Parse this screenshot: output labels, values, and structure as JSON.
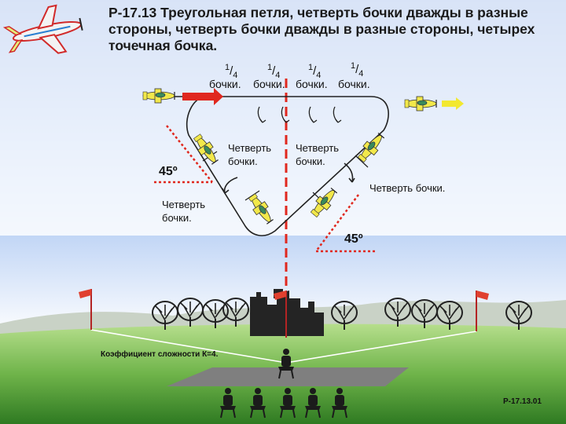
{
  "title": "Р-17.13 Треугольная петля, четверть бочки дважды в разные стороны, четверть бочки дважды в разные стороны, четырех точечная бочка.",
  "fractions": [
    {
      "num": "1",
      "den": "4"
    },
    {
      "num": "1",
      "den": "4"
    },
    {
      "num": "1",
      "den": "4"
    },
    {
      "num": "1",
      "den": "4"
    }
  ],
  "top_roll_labels": [
    "бочки.",
    "бочки.",
    "бочки.",
    "бочки."
  ],
  "labels": {
    "quarter_left_upper": "Четверть бочки.",
    "quarter_right_upper": "Четверть бочки.",
    "quarter_right_side": "Четверть бочки.",
    "quarter_left_lower": "Четверть бочки."
  },
  "angle_left": "45º",
  "angle_right": "45º",
  "difficulty": "Коэффициент сложности К=4.",
  "figure_code": "Р-17.13.01",
  "colors": {
    "sky_top": "#2f6fd6",
    "sky_bottom": "#ffffff",
    "grass_far": "#9ed07a",
    "grass_near": "#3c8c2a",
    "plane_body": "#f2e84a",
    "arrow_red": "#e0281e",
    "arrow_yellow": "#f2e830",
    "dashed_red": "#e0281e"
  }
}
